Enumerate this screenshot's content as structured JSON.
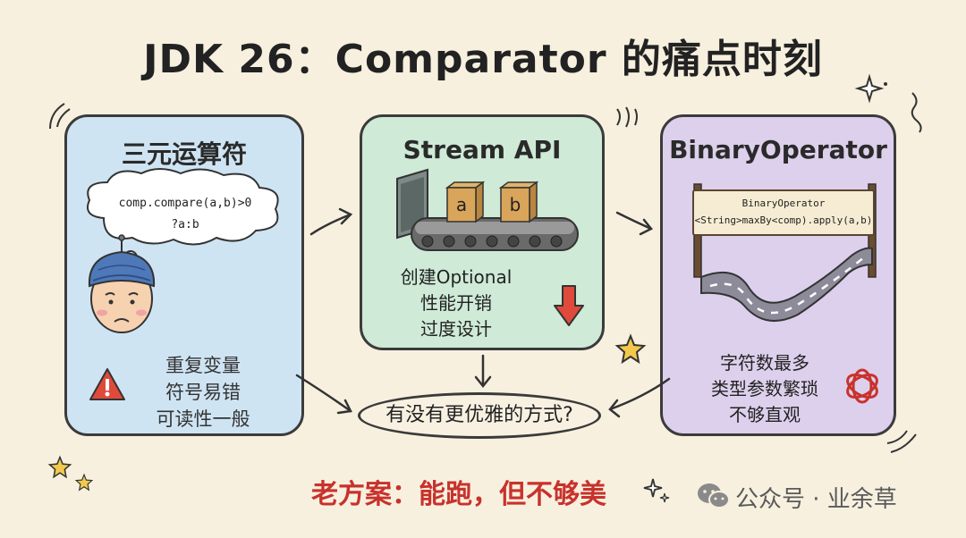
{
  "title": "JDK 26：Comparator 的痛点时刻",
  "panels": {
    "ternary": {
      "title": "三元运算符",
      "code_line1": "comp.compare(a,b)>0",
      "code_line2": "?a:b",
      "issues": [
        "重复变量",
        "符号易错",
        "可读性一般"
      ]
    },
    "stream": {
      "title": "Stream API",
      "box_a": "a",
      "box_b": "b",
      "issues": [
        "创建Optional",
        "性能开销",
        "过度设计"
      ]
    },
    "binary": {
      "title": "BinaryOperator",
      "sign_line1": "BinaryOperator",
      "sign_line2": "<String>maxBy<comp).apply(a,b)",
      "issues": [
        "字符数最多",
        "类型参数繁琐",
        "不够直观"
      ]
    }
  },
  "question": "有没有更优雅的方式?",
  "caption": "老方案：能跑，但不够美",
  "watermark": "公众号 · 业余草",
  "icons": [
    "thought-cloud-icon",
    "worried-person-icon",
    "warning-icon",
    "conveyor-belt-icon",
    "down-arrow-icon",
    "signpost-icon",
    "road-icon",
    "tangled-knot-icon",
    "sparkle-icon",
    "star-icon",
    "wechat-icon"
  ],
  "colors": {
    "background": "#f7f0df",
    "panel_left": "#cfe4f3",
    "panel_mid": "#cfead7",
    "panel_right": "#ddd0ec",
    "caption_red": "#c8322c",
    "warning_red": "#e04a3a",
    "star_yellow": "#f2c94c"
  }
}
